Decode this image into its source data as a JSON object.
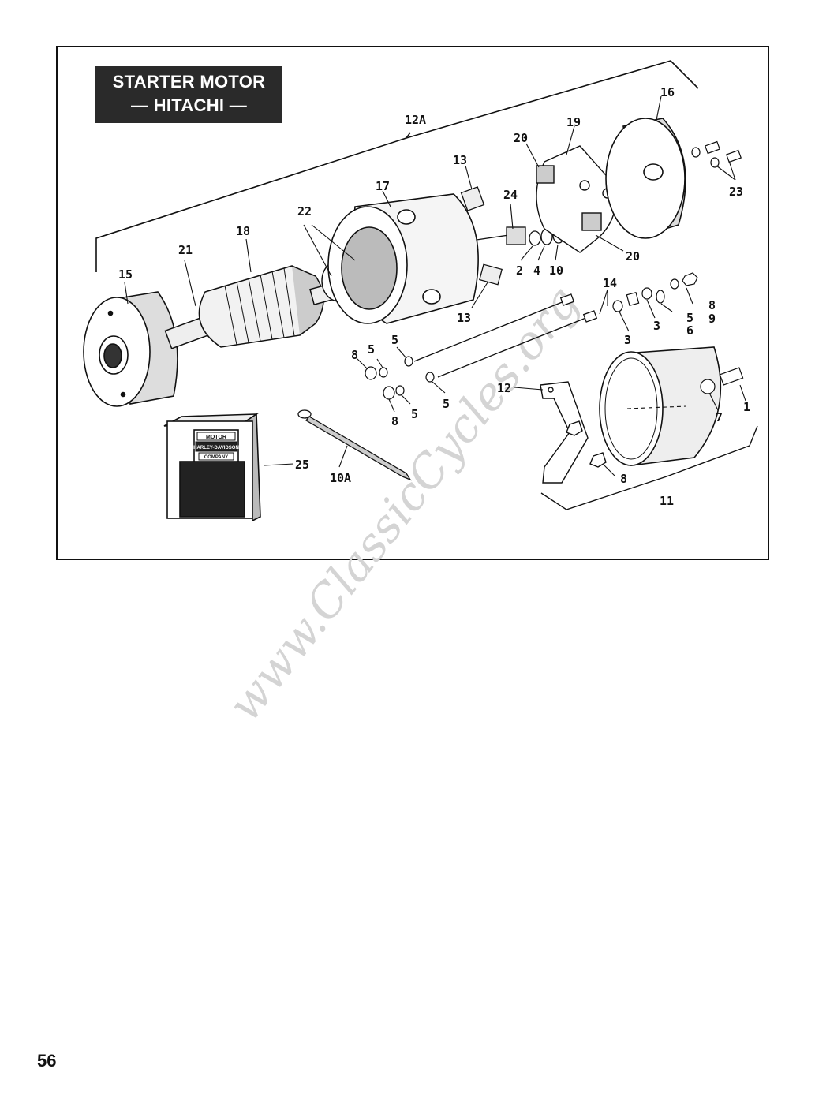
{
  "title": {
    "line1": "STARTER MOTOR",
    "line2": "— HITACHI —"
  },
  "logo": {
    "brand_top": "MOTOR",
    "brand_mid": "HARLEY-DAVIDSON",
    "brand_bottom": "COMPANY"
  },
  "callouts": {
    "c1": "1",
    "c2": "2",
    "c3a": "3",
    "c3b": "3",
    "c4": "4",
    "c5a": "5",
    "c5b": "5",
    "c5c": "5",
    "c5d": "5",
    "c5e": "5",
    "c6": "6",
    "c7": "7",
    "c8a": "8",
    "c8b": "8",
    "c8c": "8",
    "c8d": "8",
    "c9": "9",
    "c10": "10",
    "c10a": "10A",
    "c11": "11",
    "c12": "12",
    "c12a": "12A",
    "c13a": "13",
    "c13b": "13",
    "c14": "14",
    "c15": "15",
    "c16": "16",
    "c17": "17",
    "c18": "18",
    "c19": "19",
    "c20a": "20",
    "c20b": "20",
    "c21": "21",
    "c22": "22",
    "c23": "23",
    "c24": "24",
    "c25": "25"
  },
  "watermark": "www.ClassicCycles.org",
  "page_number": "56",
  "colors": {
    "ink": "#111111",
    "title_bg": "#2a2a2a",
    "watermark": "#d4d4d4"
  }
}
